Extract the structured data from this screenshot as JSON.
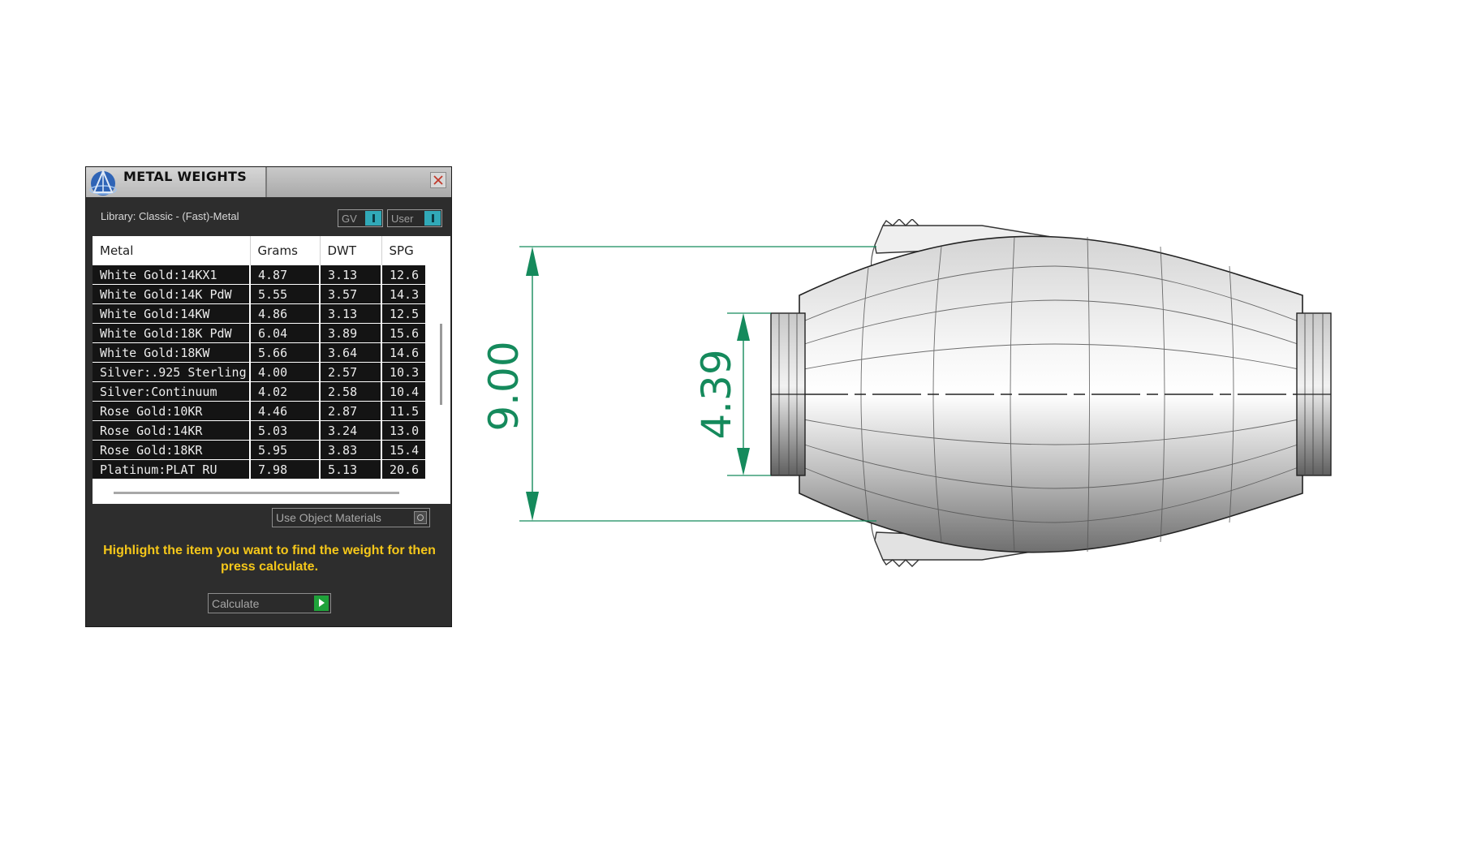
{
  "window": {
    "title": "METAL WEIGHTS",
    "library_label": "Library: Classic - (Fast)-Metal",
    "toggles": {
      "gv": "GV",
      "user": "User"
    }
  },
  "table": {
    "columns": [
      "Metal",
      "Grams",
      "DWT",
      "SPG"
    ],
    "rows": [
      [
        "White Gold:14KX1",
        "4.87",
        "3.13",
        "12.6"
      ],
      [
        "White Gold:14K PdW",
        "5.55",
        "3.57",
        "14.3"
      ],
      [
        "White Gold:14KW",
        "4.86",
        "3.13",
        "12.5"
      ],
      [
        "White Gold:18K PdW",
        "6.04",
        "3.89",
        "15.6"
      ],
      [
        "White Gold:18KW",
        "5.66",
        "3.64",
        "14.6"
      ],
      [
        "Silver:.925 Sterling",
        "4.00",
        "2.57",
        "10.3"
      ],
      [
        "Silver:Continuum",
        "4.02",
        "2.58",
        "10.4"
      ],
      [
        "Rose Gold:10KR",
        "4.46",
        "2.87",
        "11.5"
      ],
      [
        "Rose Gold:14KR",
        "5.03",
        "3.24",
        "13.0"
      ],
      [
        "Rose Gold:18KR",
        "5.95",
        "3.83",
        "15.4"
      ],
      [
        "Platinum:PLAT RU",
        "7.98",
        "5.13",
        "20.6"
      ]
    ]
  },
  "controls": {
    "use_object_materials": "Use Object Materials",
    "instruction": "Highlight the item you want to find the weight for then press calculate.",
    "calculate": "Calculate"
  },
  "drawing": {
    "outer_dimension": "9.00",
    "inner_dimension": "4.39",
    "dimension_color": "#158a5c"
  },
  "colors": {
    "panel_bg": "#2d2d2d",
    "row_bg": "#141414",
    "accent_teal": "#31a9b8",
    "instruction_yellow": "#f5c71a",
    "calculate_green": "#1fa23a"
  },
  "icons": {
    "app": "app-logo-icon",
    "close": "close-icon",
    "use_object": "settings-icon",
    "calculate": "play-icon"
  }
}
